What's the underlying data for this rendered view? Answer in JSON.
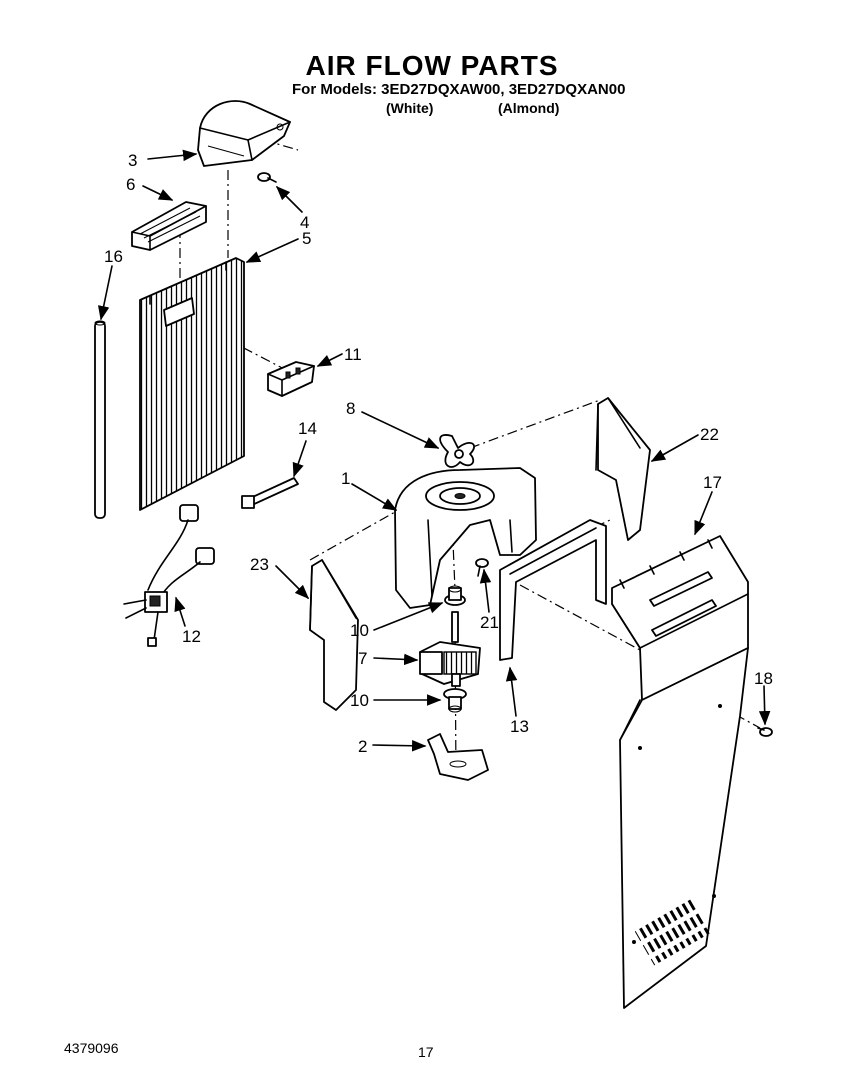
{
  "header": {
    "title": "AIR FLOW PARTS",
    "models_line": "For Models: 3ED27DQXAW00, 3ED27DQXAN00",
    "variant_white": "(White)",
    "variant_almond": "(Almond)"
  },
  "footer": {
    "doc_number": "4379096",
    "page_number": "17"
  },
  "callouts": {
    "c1": "1",
    "c2": "2",
    "c3": "3",
    "c4": "4",
    "c5": "5",
    "c6": "6",
    "c7": "7",
    "c8": "8",
    "c10a": "10",
    "c10b": "10",
    "c11": "11",
    "c12": "12",
    "c13": "13",
    "c14": "14",
    "c16": "16",
    "c17": "17",
    "c18": "18",
    "c21": "21",
    "c22": "22",
    "c23": "23"
  }
}
